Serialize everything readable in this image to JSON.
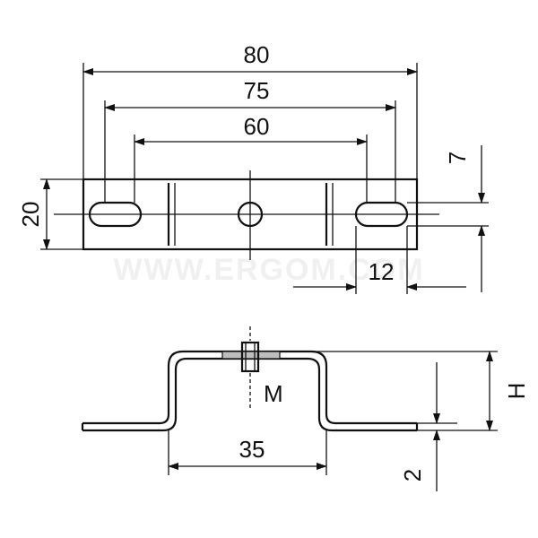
{
  "watermark": "WWW.ERGOM.COM",
  "dimensions": {
    "total_length": "80",
    "slot_outer_span": "75",
    "slot_inner_span": "60",
    "width": "20",
    "slot_width": "7",
    "slot_length": "12",
    "thread": "M",
    "bend_spacing": "35",
    "height": "H",
    "thickness": "2"
  },
  "colors": {
    "line": "#111111",
    "background": "#ffffff",
    "watermark": "#f0f0f0"
  }
}
